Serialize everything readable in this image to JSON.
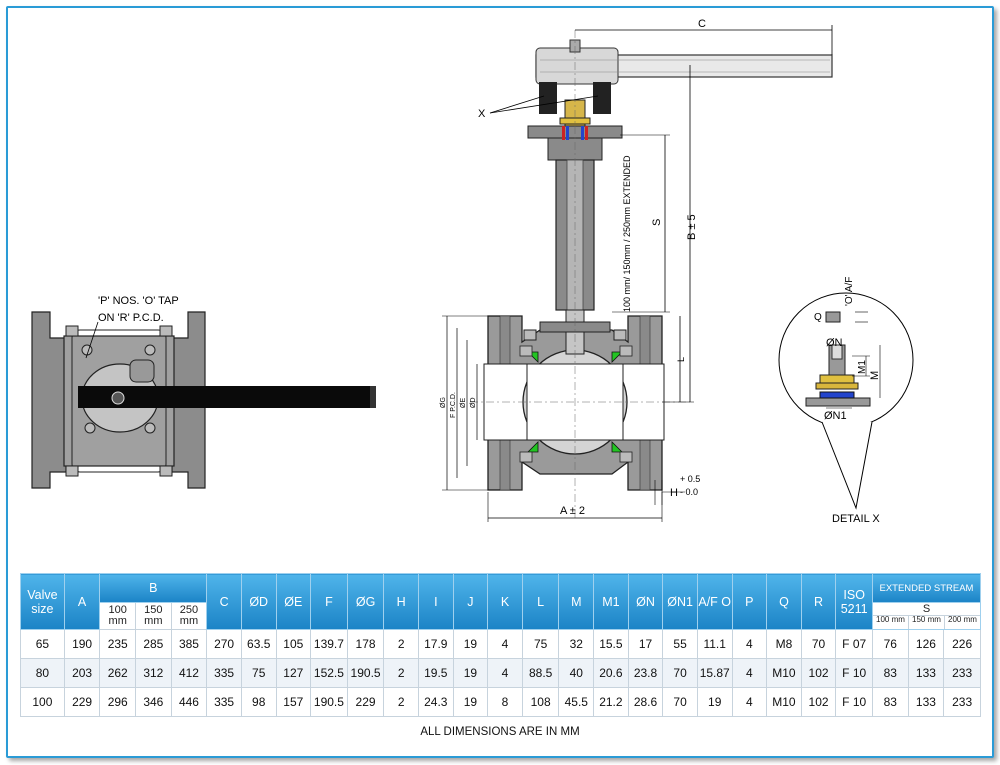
{
  "drawing": {
    "label_x": "X",
    "label_c": "C",
    "label_s": "S",
    "label_b": "B ± 5",
    "label_extended": "100 mm/ 150mm / 250mm EXTENDED",
    "label_l": "L",
    "label_g": "ØG",
    "label_f": "F  P.C.D.",
    "label_e": "ØE",
    "label_d": "ØD",
    "label_h": "H",
    "label_h_plus": "+ 0.5",
    "label_h_minus": "- 0.0",
    "label_a": "A ± 2",
    "tap_line1": "'P' NOS. 'O' TAP",
    "tap_line2": "ON 'R' P.C.D.",
    "detail_q": "Q",
    "detail_o": "'O' A/F",
    "detail_n": "ØN",
    "detail_m1": "M1",
    "detail_m": "M",
    "detail_n1": "ØN1",
    "detail_title": "DETAIL  X"
  },
  "table": {
    "headers": {
      "valve": "Valve size",
      "a": "A",
      "b": "B",
      "b_sub": [
        "100 mm",
        "150 mm",
        "250 mm"
      ],
      "c": "C",
      "d": "ØD",
      "e": "ØE",
      "f": "F",
      "g": "ØG",
      "h": "H",
      "i": "I",
      "j": "J",
      "k": "K",
      "l": "L",
      "m": "M",
      "m1": "M1",
      "n": "ØN",
      "n1": "ØN1",
      "af": "A/F O",
      "p": "P",
      "q": "Q",
      "r": "R",
      "iso": "ISO 5211",
      "ext": "EXTENDED STREAM",
      "s": "S",
      "s_sub": [
        "100 mm",
        "150 mm",
        "200 mm"
      ]
    },
    "rows": [
      [
        "65",
        "190",
        "235",
        "285",
        "385",
        "270",
        "63.5",
        "105",
        "139.7",
        "178",
        "2",
        "17.9",
        "19",
        "4",
        "75",
        "32",
        "15.5",
        "17",
        "55",
        "11.1",
        "4",
        "M8",
        "70",
        "F 07",
        "76",
        "126",
        "226"
      ],
      [
        "80",
        "203",
        "262",
        "312",
        "412",
        "335",
        "75",
        "127",
        "152.5",
        "190.5",
        "2",
        "19.5",
        "19",
        "4",
        "88.5",
        "40",
        "20.6",
        "23.8",
        "70",
        "15.87",
        "4",
        "M10",
        "102",
        "F 10",
        "83",
        "133",
        "233"
      ],
      [
        "100",
        "229",
        "296",
        "346",
        "446",
        "335",
        "98",
        "157",
        "190.5",
        "229",
        "2",
        "24.3",
        "19",
        "8",
        "108",
        "45.5",
        "21.2",
        "28.6",
        "70",
        "19",
        "4",
        "M10",
        "102",
        "F 10",
        "83",
        "133",
        "233"
      ]
    ]
  },
  "footer": "ALL DIMENSIONS ARE IN MM"
}
